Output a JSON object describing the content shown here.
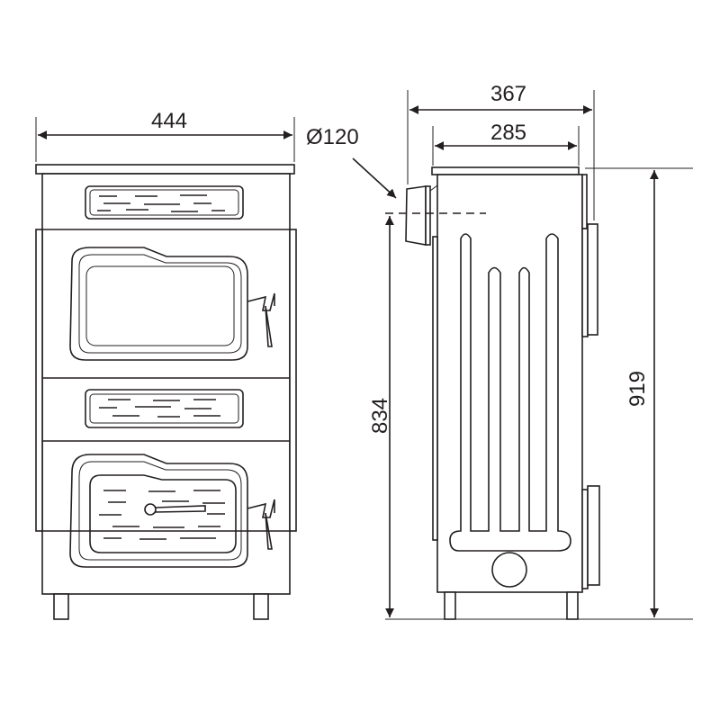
{
  "title": "Stove dimension drawing",
  "dimensions": {
    "front_width": "444",
    "side_depth_total": "367",
    "side_depth_body": "285",
    "flue_diameter": "Ø120",
    "flue_height": "834",
    "total_height": "919"
  },
  "colors": {
    "line": "#231f20",
    "background": "#ffffff"
  }
}
